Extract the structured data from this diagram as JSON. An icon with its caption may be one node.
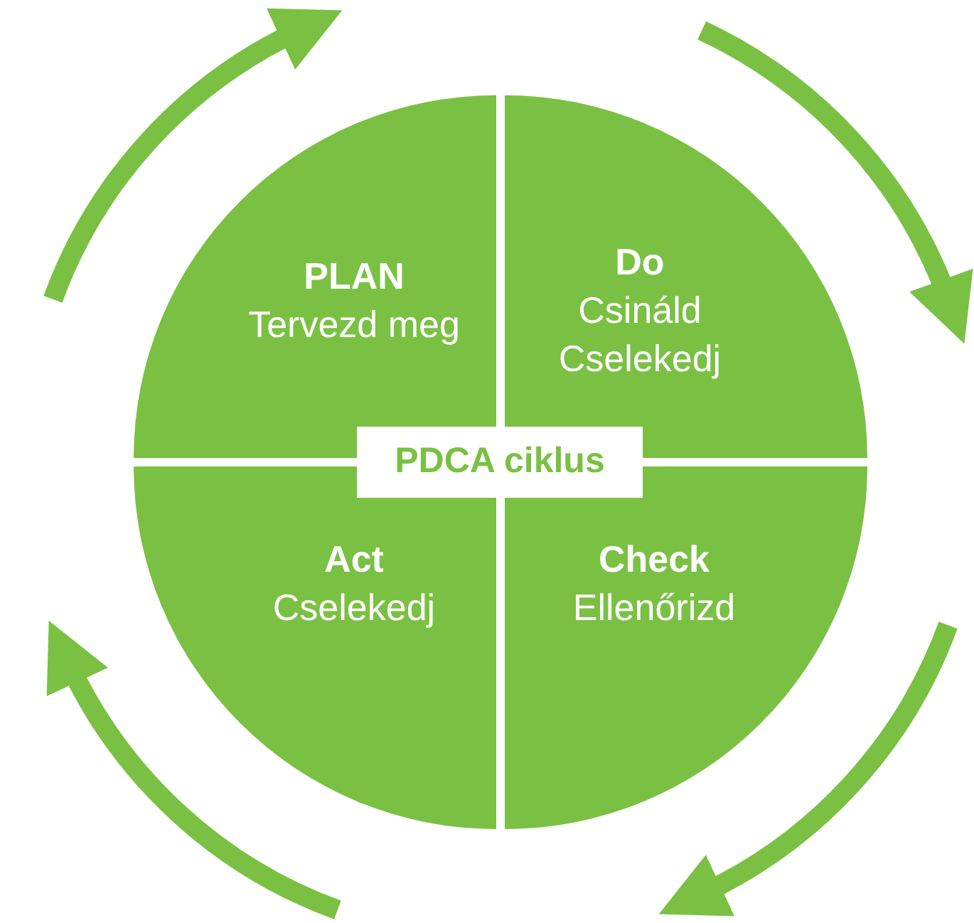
{
  "diagram": {
    "nodes": [
      {
        "text": [
          "PLAN",
          "Tervezd meg"
        ]
      },
      {
        "text": [
          "Do",
          "Csináld Cselekedj"
        ]
      },
      {
        "text": [
          "PDCA ciklus"
        ]
      },
      {
        "text": [
          "Act",
          "Cselekedj"
        ]
      },
      {
        "text": [
          "Check",
          "Ellenőrizd"
        ]
      }
    ]
  }
}
